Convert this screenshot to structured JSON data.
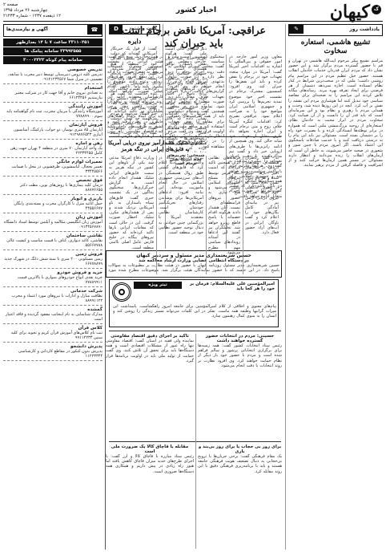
{
  "masthead": {
    "page_number": "صفحه ۲",
    "date_line_1": "چهارشنبه ۲۶ مرداد ۱۳۹۵",
    "date_line_2": "۱۲ ذیقعده ۱۴۳۷ - شماره ۲۱۴۳۳",
    "section_title": "اخبار کشور",
    "logo_text": "کیهان"
  },
  "editorial": {
    "column_label": "یادداشت روز",
    "title": "تشییع هاشمی، استعاره سخاوت",
    "body": "مراسم تشییع پیکر مرحوم آیت‌الله هاشمی در تهران و قم با حضور گسترده مردم برگزار شد و این حضور نشان داد که مردم ایران قدردان خدمات خادمان انقلاب هستند. حضور خیل عظیم مردم در این مراسم پیام روشنی داشت؛ ملتی که در سخت‌ترین شرایط در کنار نظام ایستاده است، اجازه نمی‌دهد دشمنان از هر فرصتی برای ایجاد تفرقه بهره ببرند. رسانه‌های بیگانه تلاش کردند این مراسم را به صحنه‌ای برای مقاصد سیاسی خود تبدیل کنند اما هوشیاری مردم این نقشه را نقش بر آب کرد. آنچه در این روزها دیده شد، وحدت و همدلی مردم با رهبری و نظام بود و این سرمایه‌ای است که باید قدر آن را دانست و از آن صیانت کرد. سخاوت مردم در ابراز محبت به خادمان نظام، استعاره‌ای از روحیه بزرگ‌منشی ملتی است که همواره در برابر توطئه‌ها ایستادگی کرده و با بصیرت خود راه را بر دشمنان بسته است. مسئولان نیز باید این پیام را به درستی دریافت کنند و با خدمت صادقانه پاسخگوی این اعتماد باشند. اگر امروز مردم با چنین شور و شعوری در صحنه حاضر می‌شوند، به خاطر آن است که آرمان‌های انقلاب را زنده می‌دانند و انتظار دارند مسئولان در مسیر همین آرمان‌ها حرکت کنند و از اشرافیت و فاصله گرفتن از مردم پرهیز نمایند."
  },
  "lead_story": {
    "headline_1": "عراقچی: آمریکا ناقض برجام است",
    "headline_2": "باید جبران کند",
    "body": "معاون وزیر امور خارجه در امور حقوقی و بین‌المللی با اشاره به اقدامات اخیر آمریکا گفت: آمریکا در موارد متعدد تعهدات خود در برجام را نقض کرده و باید این نقض‌ها را جبران کند. وی افزود: کمیسیون مشترک برجام در نشست اخیر خود موضوع تمدید تحریم‌ها را بررسی کرد و جمهوری اسلامی ایران مواضع خود را به صراحت اعلام نمود. عراقچی تصریح کرد: اقدامات کنگره آمریکا خلاف روح و متن برجام است و ایران اجازه نخواهد داد طرف مقابل از تعهدات خود شانه خالی کند. وی همچنین از ادامه رایزنی‌ها با طرف‌های اروپایی خبر داد و گفت تیم مذاکره‌کننده با دقت اجرای تعهدات را پیگیری می‌کند. به گفته وی، هرگونه تحریم جدید با واکنش متناسب روبرو خواهد شد و جمهوری اسلامی برای همه سناریوها آمادگی دارد. او در پایان تاکید کرد که مسیر گفت‌وگو تنها در صورت احترام متقابل ادامه خواهد یافت.",
    "col2": "سخنگوی کمیسیون امنیت ملی و سیاست خارجی مجلس نیز گفت: مجلس شورای اسلامی به دقت روند اجرای برجام را زیر نظر دارد و در صورت تداوم بدعهدی آمریکا اقدام لازم را انجام خواهد داد. وی افزود: گزارش‌های دولت درباره اجرای تعهدات طرف مقابل باید به صورت منظم به مجلس ارائه شود. نماینده مردم در مجلس همچنین گفت دستگاه دیپلماسی باید از همه ظرفیت‌های حقوقی برای مقابله با نقض تعهدات استفاده کند و منافع ملت را در اولویت قرار دهد. وی گفت مردم انتظار دارند نتایج ملموس توافق را در زندگی روزمره خود مشاهده کنند.",
    "col3": "در همین حال یک منبع آگاه گفت: هیئت ایرانی در نشست کمیسیون مشترک مستندات مربوط به نقض تعهدات را ارائه کرد. این منبع افزود: طرف‌های اروپایی وعده دادند موضوع را پیگیری کنند اما تاکنون اقدام عملی صورت نگرفته است. کارشناسان معتقدند ادامه این روند می‌تواند اعتماد به توافق را به شدت کاهش دهد. برخی تحلیلگران نیز تاکید کرده‌اند که باید برای آینده برجام راهکارهای جایگزین در نظر گرفته شود و کشور به ظرفیت‌های داخلی تکیه کند. اقتصاد مقاومتی راه برون رفت از فشارهای خارجی است."
  },
  "notice": {
    "title": "حسین شریعتمداری مدیر مسئول و سردبیر کیهان",
    "subtitle": "در دستگاه انتظامی قضایی وزارت ارشاد محاکمه شد",
    "body": "حسین شریعتمداری مدیر مسئول روزنامه کیهان با حضور در هیئت نظارت بر مطبوعات به سوالات پاسخ داد. در این جلسه که با حضور نمایندگان هیئت برگزار شد، موضوعات مطرح شده مورد بررسی قرار گرفت و دفاعیات ارائه گردید. وی در این جلسه تاکید کرد که کیهان همواره بر اساس اصول حرفه‌ای و آرمان‌های انقلاب فعالیت کرده است."
  },
  "daereh": {
    "section_label": "گفت و شنود",
    "title": "دایره",
    "body": "گفت: از قول یک خبرنگار آمریکایی گفته‌اند که دولت آمریکا برای پیشبرد اهداف خود در منطقه از هیچ اقدامی فروگذار نمی‌کند. گفتم: این که خبر تازه‌ای نیست! گفت: بله، ولی این بار خودشان اعتراف کرده‌اند. گفتم: حکایت آن بنده خداست که گفت هر کس دزدی کند، دستش رو می‌شود! گفت: یعنی چه؟ گفتم: یعنی دیر یا زود همه چیز آشکار می‌شود و مردم می‌فهمند چه کسی دوست است و چه کسی دشمن. گفت: یکی از مسئولان گفته باید به غرب اعتماد کرد! گفتم: همان که قبلا گفته بود برجام همه مشکلات را حل می‌کند؟ گفت: بله، همان! گفتم: دایره‌ای است که مدام تکرار می‌شود و نتیجه‌اش هم معلوم است."
  },
  "story_hormuz": {
    "headline_1": "ادعای شلیک هشدارآمیز نیروی دریایی آمریکا",
    "headline_2": "به قایق‌های ایرانی در تنگه هرمز",
    "col1": "وزارت دفاع آمریکا مدعی شد یکی از ناوهای این کشور در تنگه هرمز به سمت قایق‌های ایرانی شلیک هشدار انجام داده است. به گزارش خبرگزاری‌ها، سخنگوی پنتاگون در یک نشست خبری گفت: قایق‌های سپاه پاسداران به ناو آمریکایی نزدیک شدند و پس از هشدارهای مکرر، شلیک اخطار صورت گرفت. این در حالی است که مقامات ایرانی بارها تاکید کرده‌اند که حضور نیروهای بیگانه در خلیج فارس عامل اصلی ناامنی منطقه است.",
    "col2": "نیروی دریایی سپاه در واکنش به این ادعا اعلام کرد که قایق‌های گشتی طبق روال همیشگی در آب‌های سرزمینی جمهوری اسلامی در حال انجام ماموریت بوده‌اند. این بیانیه افزود: ادعاهای آمریکایی‌ها برای پوشاندن رفتارهای تحریک‌آمیز خودشان است. کارشناسان نظامی معتقدند آمریکا با بزرگنمایی چنین حوادثی به دنبال توجیه حضور نظامی خود در منطقه است.",
    "col3": "فرماندهان نظامی ایران همچنین تاکید کرده‌اند که امنیت تنگه هرمز توسط نیروهای مسلح جمهوری اسلامی تامین می‌شود و هیچ نیازی به حضور نیروهای فرامنطقه‌ای نیست. آنان هشدار دادند هرگونه اقدام خصمانه با پاسخ قاطع روبرو خواهد شد. تحلیلگران نیز گفتند این ادعاها در آستانه رویدادهای سیاسی مهم مطرح می‌شود.",
    "col4": "به گفته ناظران منطقه‌ای، تنش‌های دریایی در سال‌های اخیر بارها تکرار شده و هر بار ایران نشان داده است که از حقوق حاکمیتی خود کوتاه نمی‌آید. نیروی دریایی ارتش نیز در بیانیه‌ای آمادگی کامل یگان‌های خود را اعلام کرد و گفت ناوگان ایرانی در آب‌های آزاد حضور فعال دارد."
  },
  "spot": {
    "section_label": "تیتر ویژه",
    "headline": "امیرالمؤمنین علی علیه‌السلام: فرمان بر خود را هر کجا باید",
    "body": "پیام‌های معنوی و اخلاقی از کلام امیرالمؤمنین برای جامعه امروز راهگشاست. پاسداشت این میراث گرانبها وظیفه همه ماست. تفکر در این کلمات می‌تواند مسیر زندگی را روشن کند و انسان را به سوی کمال رهنمون سازد."
  },
  "minor_items": [
    {
      "headline": "حسینی: مردم در انتخابات حضور گسترده خواهند داشت",
      "body": "رئیس ستاد انتخابات کشور گفت: همه زمینه‌ها برای برگزاری انتخاباتی پرشور و سالم فراهم شده است و مردم با حضور خود بار دیگر از نظام حمایت خواهند کرد. وی افزود نظارت بر روند انتخابات با دقت انجام می‌شود."
    },
    {
      "headline": "تاکید بر اجرای دقیق اقتصاد مقاومتی",
      "body": "نماینده ولی فقیه در استان گفت: اقتصاد مقاومتی تنها راه عبور از مشکلات اقتصادی است و همه دستگاه‌ها باید برای تحقق آن تلاش کنند. وی گفت حمایت از تولید ملی باید در اولویت برنامه‌ها قرار گیرد."
    },
    {
      "headline": "برای روز بی حجاب یا برای روز بی‌بند و باری",
      "body": "یک مقام فرهنگی گفت: برخی جریان‌ها با ترویج بی‌حجابی به دنبال تضعیف هویت فرهنگی جامعه هستند و باید با برنامه‌ریزی فرهنگی دقیق با این روند مقابله کرد."
    },
    {
      "headline": "مقابله با قاچاق کالا یک ضرورت ملی است",
      "body": "رئیس ستاد مبارزه با قاچاق کالا و ارز گفت: با اجرای طرح‌های جدید میزان قاچاق کاهش یافته اما هنوز راه زیادی در پیش داریم و همکاری همه دستگاه‌ها ضروری است."
    }
  ],
  "side_story": {
    "headline": "شمخانی: تحریم‌های جدید آمریکا نقض برجام است",
    "body": "دبیر شورای عالی امنیت ملی گفت: هرگونه تحریم جدید علیه ایران نقض آشکار توافق هسته‌ای است و جمهوری اسلامی ایران در برابر آن بی‌تفاوت نخواهد ماند. وی افزود: ایران گزینه‌های متعددی برای پاسخ در اختیار دارد و در زمان مناسب از آنها استفاده خواهد کرد. شمخانی گفت: آمریکا با این اقدامات نشان داده که قابل اعتماد نیست. دولت و مجلس باید با هماهنگی کامل در برابر زیاده‌خواهی‌ها بایستند. همچنین ملت ایران ثابت کرده که در برابر فشارها تسلیم نمی‌شود."
  },
  "classifieds": {
    "header_label": "آگهی و نیازمندی‌ها",
    "phone_line_1": "۳۳۱۱۰۲۵۱ ساعت ۷ تا ۱۴ بعدازظهر",
    "phone_line_2": "۳۳۹۹۲۵۵۵ سامانه پیامک ها",
    "phone_line_3": "سامانه پیام کوتاه ۳۰۰۰۲۳۲۳",
    "items": [
      {
        "title": "تدریس خصوصی",
        "body": "تدریس کلیه دروس دبیرستان توسط دبیر مجرب با سابقه، تضمینی در منزل شما ۰۹۱۲۱۲۳۴۵۶۷"
      },
      {
        "title": "استخدام",
        "body": "به تعدادی نیروی خانم و آقا جهت کار در شرکت معتبر نیازمندیم ۶۶۱۲۳۴۵۶"
      },
      {
        "title": "آموزش رانندگی",
        "body": "آموزشگاه رانندگی با مربیان مجرب، ثبت نام گواهینامه پایه سوم ۷۷۸۸۹۹۰۰"
      },
      {
        "title": "فروش آپارتمان",
        "body": "آپارتمان ۸۵ متری نوساز، دو خواب، پارکینگ، آسانسور، انباری ۰۹۱۲۹۸۷۶۵۴۳"
      },
      {
        "title": "رهن و اجاره",
        "body": "یک واحد آپارتمان ۷۰ متری در منطقه ۴ تهران جهت رهن کامل ۲۲۳۳۴۴۵۵"
      },
      {
        "title": "تعمیرات لوازم خانگی",
        "body": "تعمیر یخچال، لباسشویی، ظرفشویی در محل با ضمانت ۳۳۴۴۵۵۶۶"
      },
      {
        "title": "فوق تخصص",
        "body": "درمان کلیه بیماری‌ها با روش‌های نوین، مطب دکتر ۸۸۷۷۶۶۵۵"
      },
      {
        "title": "باربری و اتوبار",
        "body": "حمل اثاثیه منزل با کارگران مجرب و بسته‌بندی رایگان ۴۴۵۵۶۶۷۷"
      },
      {
        "title": "آموزش زبان",
        "body": "آموزش زبان انگلیسی مکالمه و آیلتس توسط استاد دانشگاه ۰۹۱۳۴۵۶۷۸۹۰"
      },
      {
        "title": "نقاشی ساختمان",
        "body": "نقاشی، کاغذ دیواری، کناف با قیمت مناسب و کیفیت عالی ۵۵۶۶۷۷۸۸"
      },
      {
        "title": "فروش زمین",
        "body": "زمین مسکونی ۲۰۰ متری با سند شش دانگ در شهرک جدید ۶۶۷۷۸۸۹۹"
      },
      {
        "title": "خرید و فروش خودرو",
        "body": "خرید نقدی انواع خودروهای سواری با بالاترین قیمت ۷۷۸۸۹۹۱۱"
      },
      {
        "title": "شرکت خدماتی",
        "body": "نظافت منازل و ادارات با نیروهای مورد اعتماد و مجرب ۸۸۹۹۱۱۲۲"
      },
      {
        "title": "گمشده",
        "body": "مدارک شناسایی به نام اینجانب مفقود گردیده و فاقد اعتبار است"
      },
      {
        "title": "کلاس قرآن",
        "body": "ثبت نام کلاس‌های آموزش قرآن کریم و تجوید برای کلیه سنین ۹۹۱۱۲۲۳۳"
      },
      {
        "title": "پذیرش دانشجو",
        "body": "پذیرش بدون کنکور در مقاطع کاردانی و کارشناسی ۱۱۲۲۳۳۴۴"
      }
    ]
  }
}
